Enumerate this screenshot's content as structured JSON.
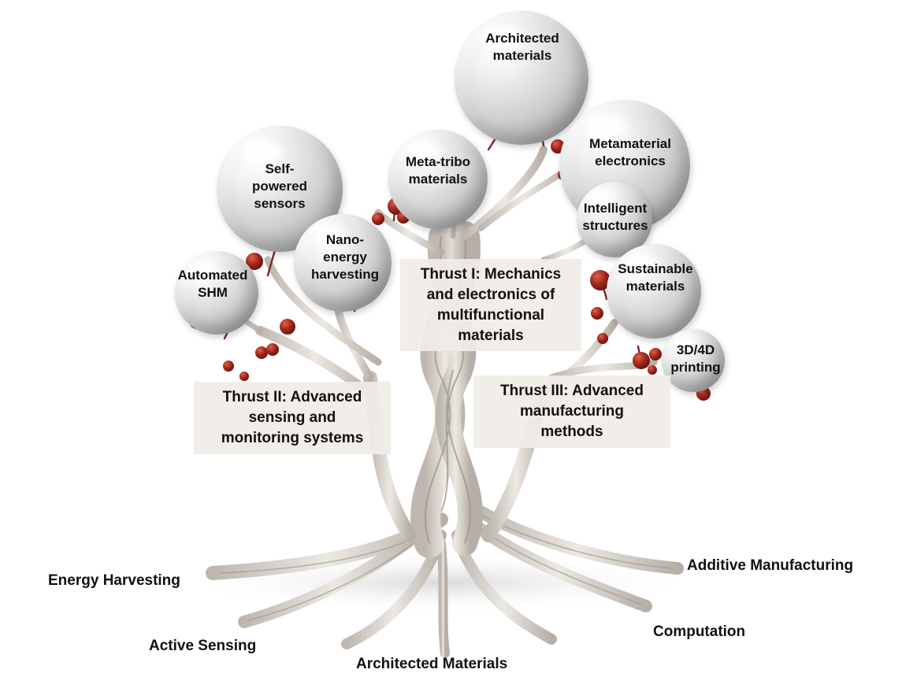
{
  "colors": {
    "trunk": "#d9d4cd",
    "trunk_shade": "#a9a39b",
    "berry": "#a3281d",
    "panel": "#f0ece7"
  },
  "bubbles": [
    {
      "id": "architected",
      "text": "Architected\nmaterials"
    },
    {
      "id": "self-powered",
      "text": "Self-\npowered\nsensors"
    },
    {
      "id": "meta-tribo",
      "text": "Meta-tribo\nmaterials"
    },
    {
      "id": "metamaterial-electronics",
      "text": "Metamaterial\nelectronics"
    },
    {
      "id": "intelligent",
      "text": "Intelligent\nstructures"
    },
    {
      "id": "automated-shm",
      "text": "Automated\nSHM"
    },
    {
      "id": "nano-energy",
      "text": "Nano-\nenergy\nharvesting"
    },
    {
      "id": "sustainable",
      "text": "Sustainable\nmaterials"
    },
    {
      "id": "printing",
      "text": "3D/4D\nprinting"
    }
  ],
  "thrusts": [
    {
      "id": "thrust-1",
      "text": "Thrust I: Mechanics\nand electronics of\nmultifunctional\nmaterials"
    },
    {
      "id": "thrust-2",
      "text": "Thrust II: Advanced\nsensing and\nmonitoring systems"
    },
    {
      "id": "thrust-3",
      "text": "Thrust III: Advanced\nmanufacturing\nmethods"
    }
  ],
  "roots": [
    {
      "id": "energy-harvesting",
      "text": "Energy Harvesting"
    },
    {
      "id": "active-sensing",
      "text": "Active Sensing"
    },
    {
      "id": "architected-materials",
      "text": "Architected Materials"
    },
    {
      "id": "computation",
      "text": "Computation"
    },
    {
      "id": "additive-manufacturing",
      "text": "Additive Manufacturing"
    }
  ]
}
